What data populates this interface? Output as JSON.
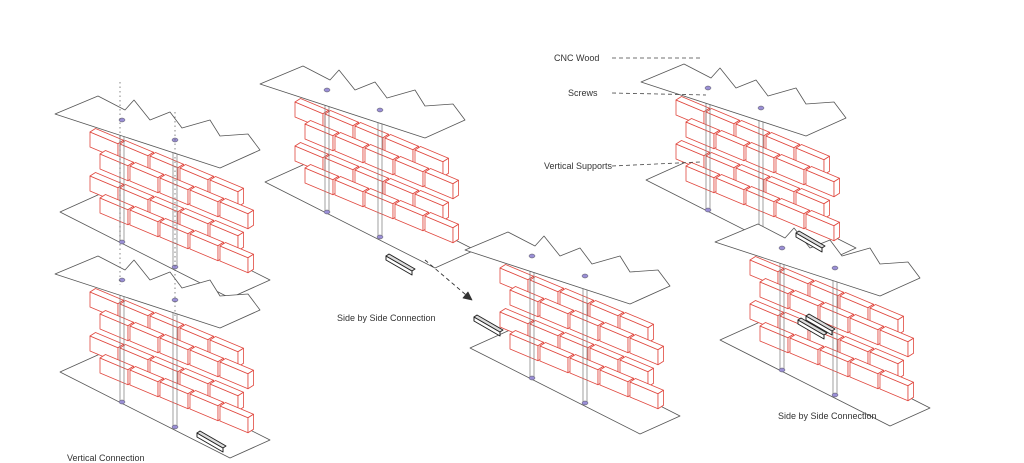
{
  "labels": {
    "vertical_connection": "Vertical Connection",
    "side_by_side_1": "Side by Side  Connection",
    "side_by_side_2": "Side by Side  Connection",
    "cnc_wood": "CNC Wood",
    "screws": "Screws",
    "vertical_supports": "Vertical Supports"
  },
  "colors": {
    "brick": "#e0483f",
    "plate": "#555555",
    "screw": "#9a8fd6",
    "leader": "#444444"
  }
}
